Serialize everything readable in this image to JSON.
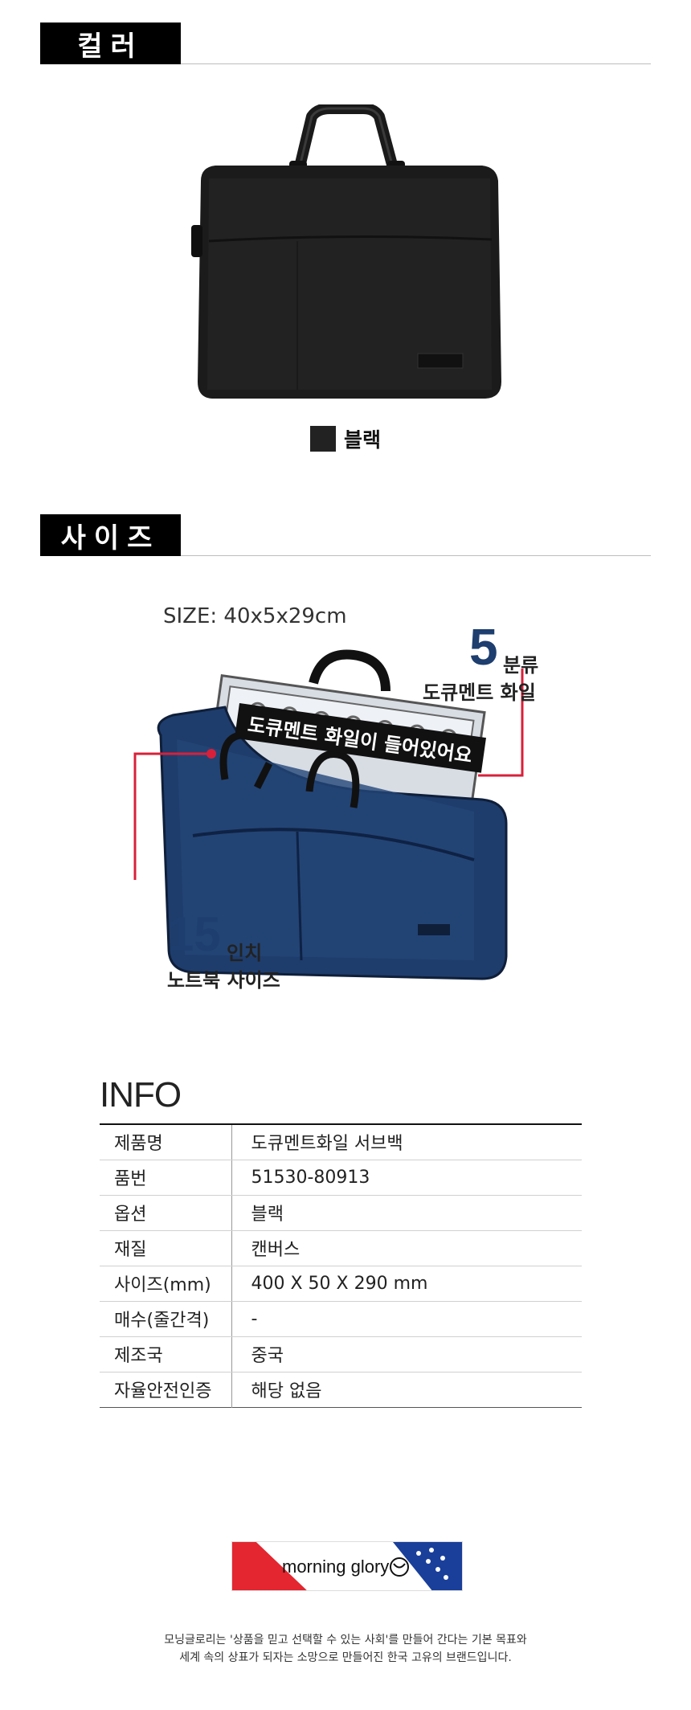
{
  "sections": {
    "color_title": "컬러",
    "size_title": "사이즈"
  },
  "color": {
    "swatch_hex": "#222222",
    "swatch_label": "블랙"
  },
  "size": {
    "size_label": "SIZE: 40x5x29cm",
    "callout_file_number": "5",
    "callout_file_unit": "분류",
    "callout_file_text": "도큐멘트 화일",
    "banner_text": "도큐멘트 화일이 들어있어요",
    "callout_laptop_number": "15",
    "callout_laptop_unit": "인치",
    "callout_laptop_text": "노트북 사이즈",
    "accent_hex": "#d8203a",
    "bag_hex": "#1e3d6c"
  },
  "info": {
    "title": "INFO",
    "rows": [
      {
        "key": "제품명",
        "value": "도큐멘트화일 서브백"
      },
      {
        "key": "품번",
        "value": "51530-80913"
      },
      {
        "key": "옵션",
        "value": "블랙"
      },
      {
        "key": "재질",
        "value": "캔버스"
      },
      {
        "key": "사이즈(mm)",
        "value": "400 X 50 X 290 mm"
      },
      {
        "key": "매수(줄간격)",
        "value": "-"
      },
      {
        "key": "제조국",
        "value": "중국"
      },
      {
        "key": "자율안전인증",
        "value": "해당 없음"
      }
    ]
  },
  "brand": {
    "logo_text": "morning glory",
    "red_hex": "#e3262f",
    "blue_hex": "#1a3f9a",
    "footer_line1": "모닝글로리는 '상품을 믿고 선택할 수 있는 사회'를 만들어 간다는 기본 목표와",
    "footer_line2": "세계 속의 상표가 되자는 소망으로 만들어진 한국 고유의 브랜드입니다."
  }
}
